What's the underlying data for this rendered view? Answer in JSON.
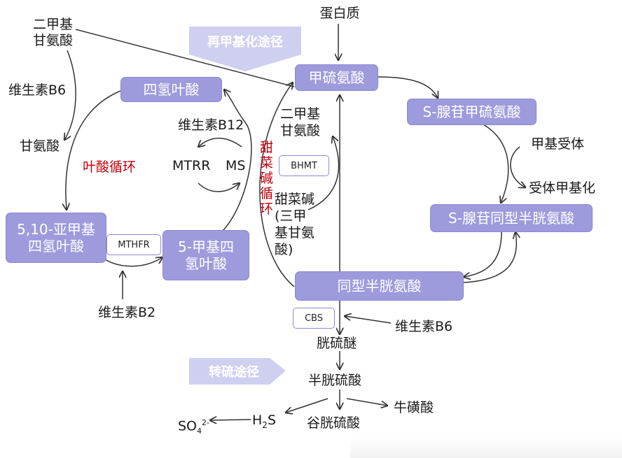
{
  "nodes": {
    "protein": "蛋白质",
    "methionine": "甲硫氨酸",
    "sam": "S-腺苷甲硫氨酸",
    "sah": "S-腺苷同型半胱氨酸",
    "homocysteine": "同型半胱氨酸",
    "thf": "四氢叶酸",
    "methylene_thf": "5,10-亚甲基四氢叶酸",
    "methyl_thf": "5-甲基四氢叶酸"
  },
  "labels": {
    "dimethylglycine_top_1": "二甲基",
    "dimethylglycine_top_2": "甘氨酸",
    "vitamin_b6_left": "维生素B6",
    "glycine": "甘氨酸",
    "folate_cycle": "叶酸循环",
    "vitamin_b12": "维生素B12",
    "mtrr": "MTRR",
    "ms": "MS",
    "betaine_cycle": "甜菜碱循环",
    "dimethylglycine_mid_1": "二甲基",
    "dimethylglycine_mid_2": "甘氨酸",
    "betaine_1": "甜菜碱",
    "betaine_2": "(三甲",
    "betaine_3": "基甘氨",
    "betaine_4": "酸)",
    "methyl_acceptor": "甲基受体",
    "acceptor_methylation": "受体甲基化",
    "vitamin_b2": "维生素B2",
    "vitamin_b6_right": "维生素B6",
    "cystathionine": "胱硫醚",
    "cysteine": "半胱硫酸",
    "glutathione": "谷胱硫酸",
    "taurine": "牛磺酸",
    "h2s_h": "H",
    "h2s_sub": "2",
    "h2s_s": "S",
    "so4_base": "SO",
    "so4_sub": "4",
    "so4_sup": "2-"
  },
  "enzymes": {
    "bhmt": "BHMT",
    "mthfr": "MTHFR",
    "cbs": "CBS"
  },
  "banners": {
    "remethylation": "再甲基化途径",
    "transsulfuration": "转硫途径"
  },
  "colors": {
    "node_fill": "#9d9bdc",
    "node_border": "#8a88d2",
    "banner_fill": "#cfd0f0",
    "arrow": "#333333",
    "red_label": "#c0000c"
  }
}
